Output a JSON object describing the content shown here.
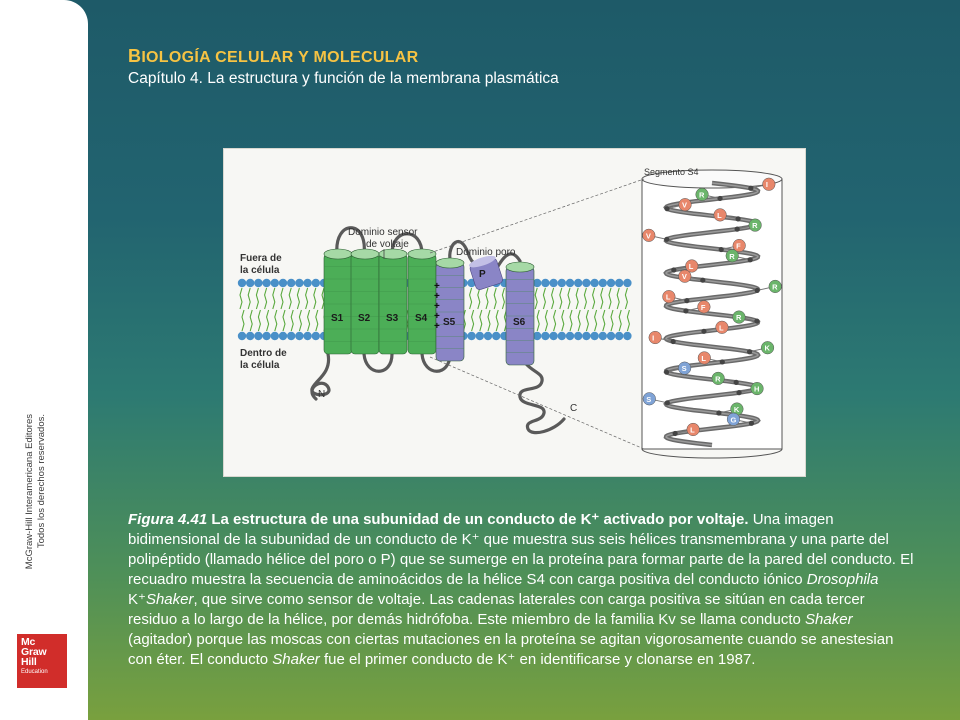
{
  "sidebar": {
    "copyright_line1": "McGraw-Hill Interamericana Editores",
    "copyright_line2": "Todos los derechos reservados.",
    "logo": [
      "Mc",
      "Graw",
      "Hill",
      "Education"
    ]
  },
  "header": {
    "title_first": "B",
    "title_rest": "IOLOGÍA CELULAR Y MOLECULAR",
    "subtitle": "Capítulo 4. La estructura y función de la membrana plasmática"
  },
  "figure": {
    "label_outside": [
      "Fuera de",
      "la célula"
    ],
    "label_inside": [
      "Dentro de",
      "la célula"
    ],
    "label_sensor": [
      "Dominio sensor",
      "de voltaje"
    ],
    "label_pore": "Dominio poro",
    "label_segment": "Segmento S4",
    "helices": [
      "S1",
      "S2",
      "S3",
      "S4",
      "S5",
      "P",
      "S6"
    ],
    "terminus_n": "N",
    "terminus_c": "C",
    "charge_symbols": [
      "+",
      "+",
      "+",
      "+",
      "+"
    ],
    "residues": [
      "I",
      "R",
      "V",
      "L",
      "R",
      "V",
      "F",
      "R",
      "L",
      "V",
      "R",
      "L",
      "F",
      "R",
      "L",
      "I",
      "K",
      "L",
      "S",
      "R",
      "H",
      "S",
      "K",
      "G",
      "L"
    ],
    "colors": {
      "helix_green": "#4cae57",
      "helix_purple": "#8a85c6",
      "lipid_blue": "#4a90c8",
      "lipid_tail": "#5aa93e",
      "backbone": "#5a5a5a",
      "residue_charged": "#6bb56b",
      "residue_hydrophobic": "#e8876b",
      "residue_polar": "#7fa3d6"
    }
  },
  "caption": {
    "fig_label": "Figura 4.41",
    "bold_title": "La estructura de una subunidad de un conducto de K⁺ activado por voltaje.",
    "p1": "Una imagen bidimensional de la subunidad de un conducto de K⁺ que muestra sus seis hélices transmembrana y una parte del polipéptido (llamado hélice del poro o P) que se sumerge en la proteína para formar parte de la pared del conducto. El recuadro muestra la secuencia de aminoácidos de la hélice S4 con carga positiva del conducto iónico",
    "species": "Drosophila",
    "p2": "K⁺",
    "shaker_1": "Shaker",
    "p3": ", que sirve como sensor de voltaje. Las cadenas laterales con carga positiva se sitúan en cada tercer residuo a lo largo de la hélice, por demás hidrófoba. Este miembro de la familia Kv se llama conducto",
    "shaker_2": "Shaker",
    "p4": "(agitador) porque las moscas con ciertas mutaciones en la proteína se agitan vigorosamente cuando se anestesian con éter. El conducto",
    "shaker_3": "Shaker",
    "p5": "fue el primer conducto de K⁺ en identificarse y clonarse en 1987."
  }
}
